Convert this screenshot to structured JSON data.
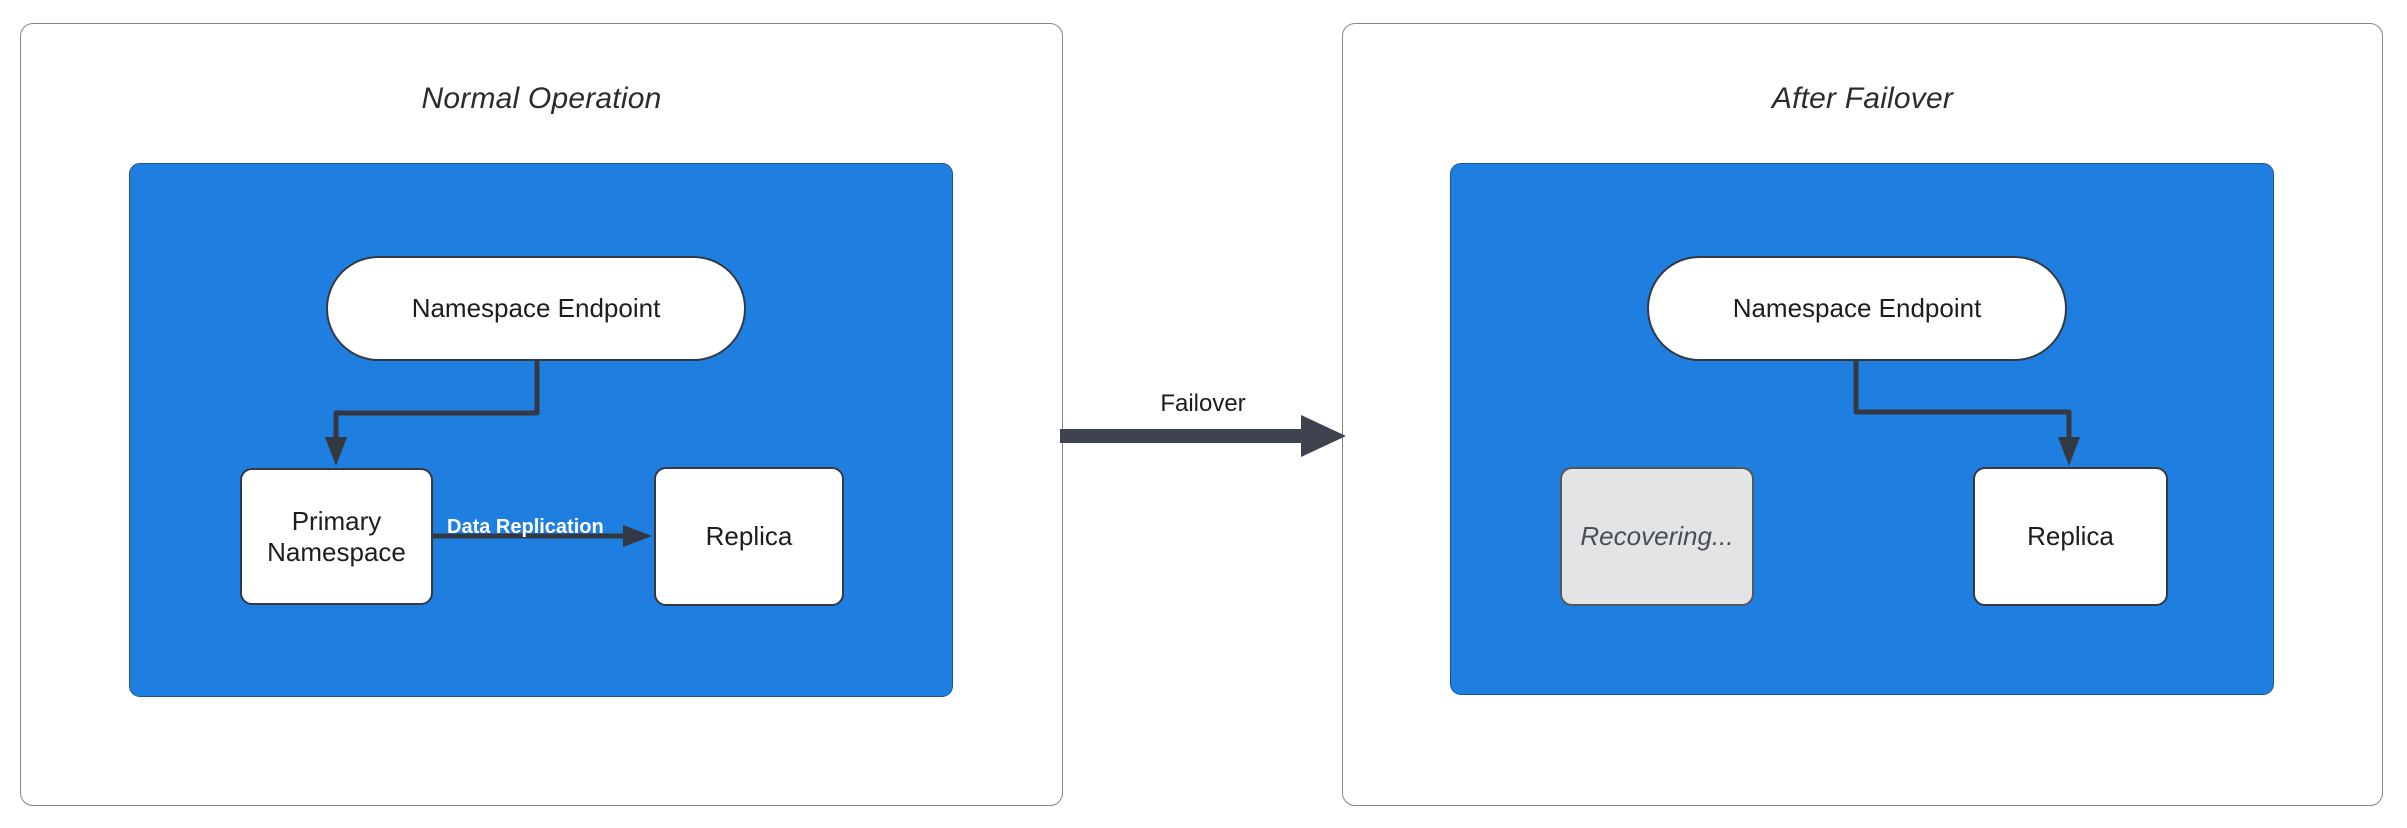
{
  "diagram": {
    "title_left": "Normal Operation",
    "title_right": "After Failover",
    "transition_label": "Failover",
    "colors": {
      "cluster_fill": "#1f7fe0",
      "cluster_border": "#19578f",
      "node_fill": "#ffffff",
      "node_border": "#333842",
      "recovering_fill": "#e2e4e6",
      "recovering_text": "#4a4f57",
      "edge_stroke": "#333842",
      "panel_border": "#888888",
      "edge_label_text": "#ffffff",
      "canvas_background": "#ffffff"
    }
  },
  "panels": [
    {
      "id": "normal-operation",
      "title": "Normal Operation",
      "nodes": [
        {
          "id": "endpoint",
          "label": "Namespace Endpoint",
          "shape": "stadium",
          "state": "active"
        },
        {
          "id": "primary",
          "label": "Primary\nNamespace",
          "line1": "Primary",
          "line2": "Namespace",
          "shape": "rounded-rect",
          "state": "active"
        },
        {
          "id": "replica",
          "label": "Replica",
          "shape": "rounded-rect",
          "state": "active"
        }
      ],
      "edges": [
        {
          "from": "endpoint",
          "to": "primary",
          "label": "",
          "style": "elbow-arrow"
        },
        {
          "from": "primary",
          "to": "replica",
          "label": "Data Replication",
          "style": "straight-arrow"
        }
      ]
    },
    {
      "id": "after-failover",
      "title": "After Failover",
      "nodes": [
        {
          "id": "endpoint",
          "label": "Namespace Endpoint",
          "shape": "stadium",
          "state": "active"
        },
        {
          "id": "recovering",
          "label": "Recovering...",
          "shape": "rounded-rect",
          "state": "recovering"
        },
        {
          "id": "replica",
          "label": "Replica",
          "shape": "rounded-rect",
          "state": "promoted"
        }
      ],
      "edges": [
        {
          "from": "endpoint",
          "to": "replica",
          "label": "",
          "style": "elbow-arrow"
        }
      ]
    }
  ]
}
